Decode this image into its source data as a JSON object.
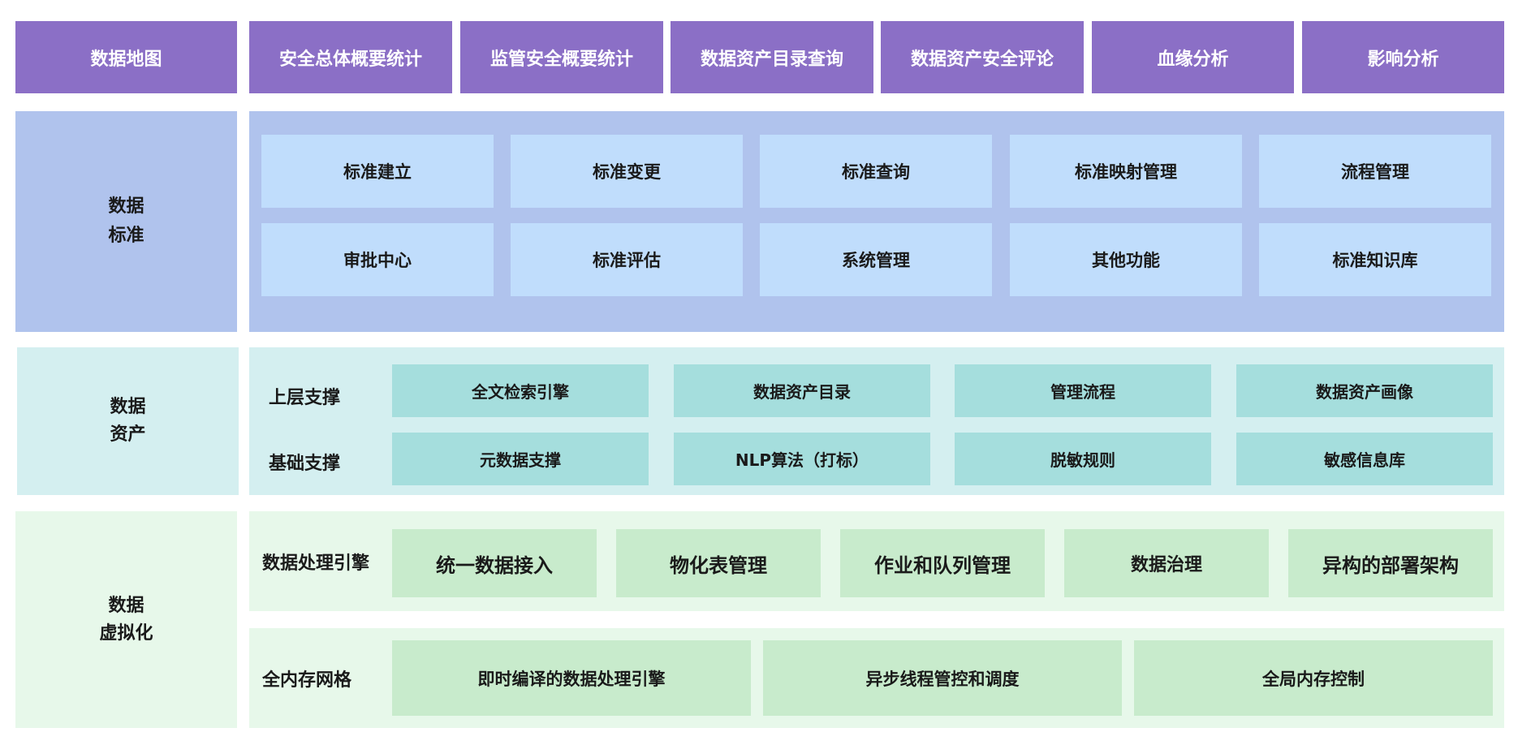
{
  "top_tabs": [
    "数据地图",
    "安全总体概要统计",
    "监管安全概要统计",
    "数据资产目录查询",
    "数据资产安全评论",
    "血缘分析",
    "影响分析"
  ],
  "data_standard": {
    "title_line1": "数据",
    "title_line2": "标准",
    "row1": [
      "标准建立",
      "标准变更",
      "标准查询",
      "标准映射管理",
      "流程管理"
    ],
    "row2": [
      "审批中心",
      "标准评估",
      "系统管理",
      "其他功能",
      "标准知识库"
    ]
  },
  "data_assets": {
    "title_line1": "数据",
    "title_line2": "资产",
    "upper_label": "上层支撑",
    "upper_items": [
      "全文检索引擎",
      "数据资产目录",
      "管理流程",
      "数据资产画像"
    ],
    "base_label": "基础支撑",
    "base_items": [
      "元数据支撑",
      "NLP算法（打标）",
      "脱敏规则",
      "敏感信息库"
    ]
  },
  "data_virtualization": {
    "title_line1": "数据",
    "title_line2": "虚拟化",
    "engine_label": "数据处理引擎",
    "engine_items": [
      "统一数据接入",
      "物化表管理",
      "作业和队列管理",
      "数据治理",
      "异构的部署架构"
    ],
    "grid_label": "全内存网格",
    "grid_items": [
      "即时编译的数据处理引擎",
      "异步线程管控和调度",
      "全局内存控制"
    ]
  }
}
